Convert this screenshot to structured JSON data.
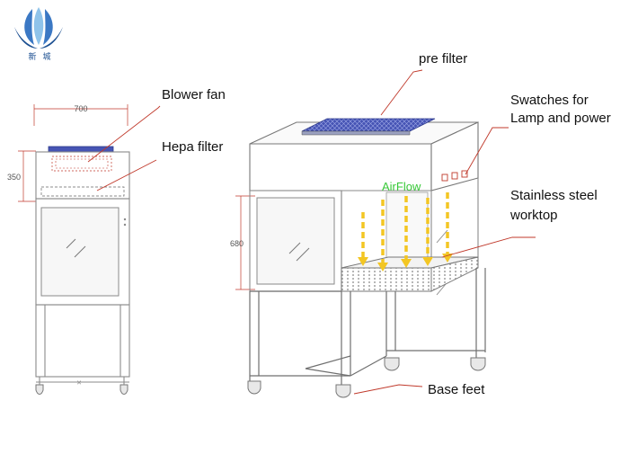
{
  "logo": {
    "text_left": "新",
    "text_right": "城",
    "colors": {
      "blue": "#3b78c4",
      "light_blue": "#8fc3ea",
      "dark_blue": "#1b4f91"
    }
  },
  "dimensions": {
    "width": "700",
    "height_top": "350",
    "height_work": "680"
  },
  "labels": {
    "pre_filter": "pre filter",
    "blower_fan": "Blower fan",
    "hepa_filter": "Hepa filter",
    "swatches_line1": "Swatches for",
    "swatches_line2": "Lamp and power",
    "stainless_line1": "Stainless steel",
    "stainless_line2": "worktop",
    "base_feet": "Base feet",
    "airflow": "AirFlow"
  },
  "colors": {
    "leader": "#c0392b",
    "airflow_text": "#37c837",
    "airflow_arrow": "#f3c623",
    "prefilter": "#4654b4",
    "outline": "#8a8a8a"
  }
}
